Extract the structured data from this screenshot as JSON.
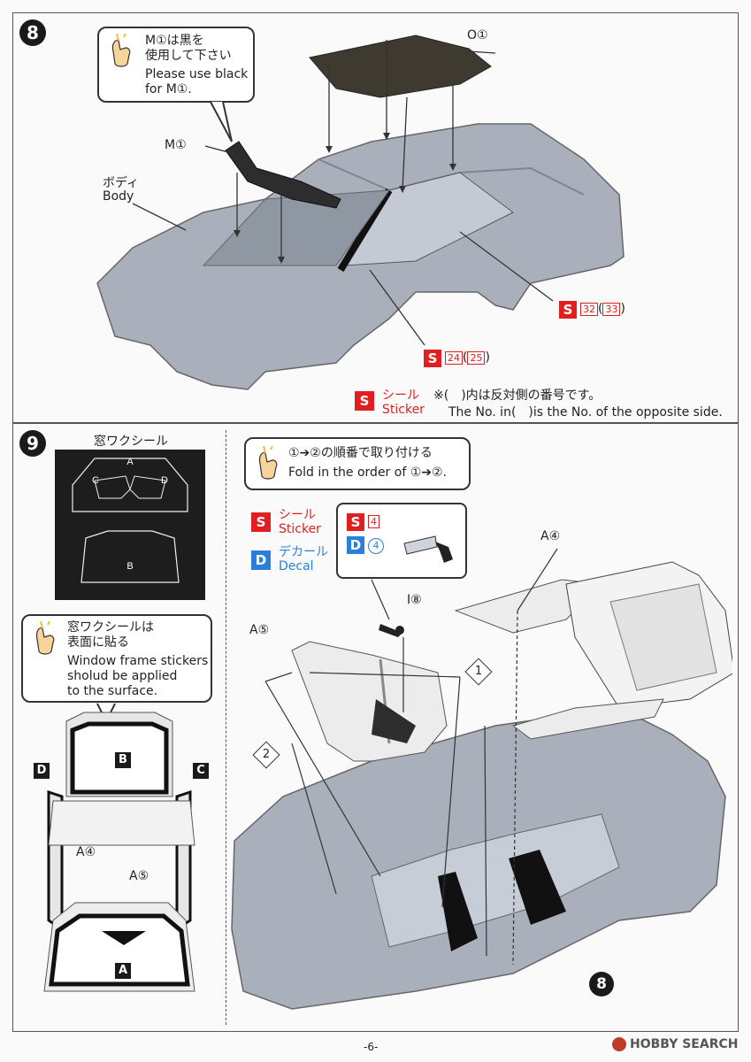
{
  "step8": {
    "number": "8",
    "bubble_jp_1": "M①は黒を",
    "bubble_jp_2": "使用して下さい",
    "bubble_en_1": "Please use black",
    "bubble_en_2": "for M①.",
    "label_o1": "O①",
    "label_m1": "M①",
    "body_jp": "ボディ",
    "body_en": "Body",
    "sticker_ref_a": "32",
    "sticker_ref_a_paren": "33",
    "sticker_ref_b": "24",
    "sticker_ref_b_paren": "25",
    "sticker_jp": "シール",
    "sticker_en": "Sticker",
    "note_jp": "※(　)内は反対側の番号です。",
    "note_en": "The No. in(　)is the No. of the opposite side.",
    "badge_s": "S"
  },
  "step9": {
    "number": "9",
    "window_title": "窓ワクシール",
    "window_labels": [
      "A",
      "B",
      "C",
      "D"
    ],
    "bubble_jp": "窓ワクシールは",
    "bubble_jp_2": "表面に貼る",
    "bubble_en_1": "Window frame stickers",
    "bubble_en_2": "sholud be applied",
    "bubble_en_3": "to the surface.",
    "fold_jp": "①➔②の順番で取り付ける",
    "fold_en": "Fold in the order of ①➔②.",
    "sticker_jp": "シール",
    "sticker_en": "Sticker",
    "decal_jp": "デカール",
    "decal_en": "Decal",
    "badge_s": "S",
    "badge_d": "D",
    "mirror_s_num": "4",
    "mirror_d_num": "4",
    "label_a4": "A④",
    "label_a5": "A⑤",
    "label_i8": "I⑧",
    "fold_1": "1",
    "fold_2": "2",
    "ref_step": "8",
    "panel_b": "B",
    "panel_a": "A",
    "panel_c": "C",
    "panel_d": "D",
    "left_a4": "A④",
    "left_a5": "A⑤"
  },
  "footer": {
    "page": "-6-",
    "watermark": "HOBBY SEARCH"
  },
  "colors": {
    "sticker_red": "#e02020",
    "decal_blue": "#2a80d8",
    "body_grey": "#a9b0bc"
  }
}
